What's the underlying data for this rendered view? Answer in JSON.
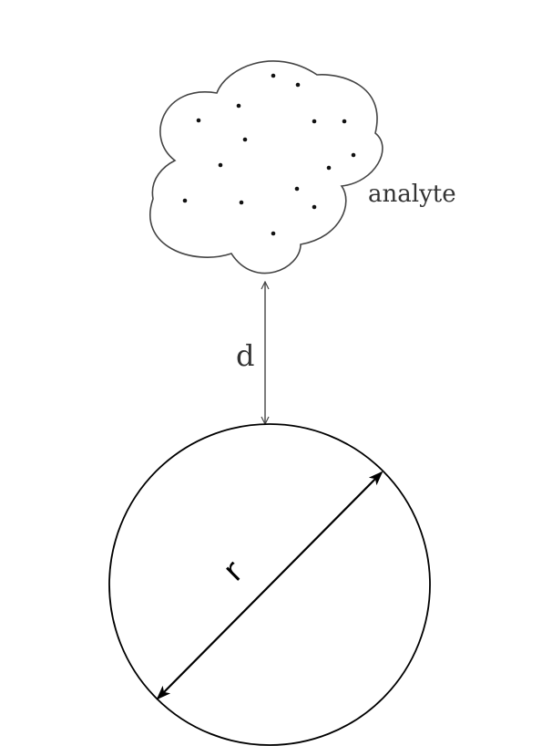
{
  "diagram": {
    "analyte_label": "analyte",
    "distance_label": "d",
    "radius_label": "r"
  },
  "colors": {
    "stroke": "#000000",
    "outline": "#444444",
    "background": "#ffffff"
  }
}
